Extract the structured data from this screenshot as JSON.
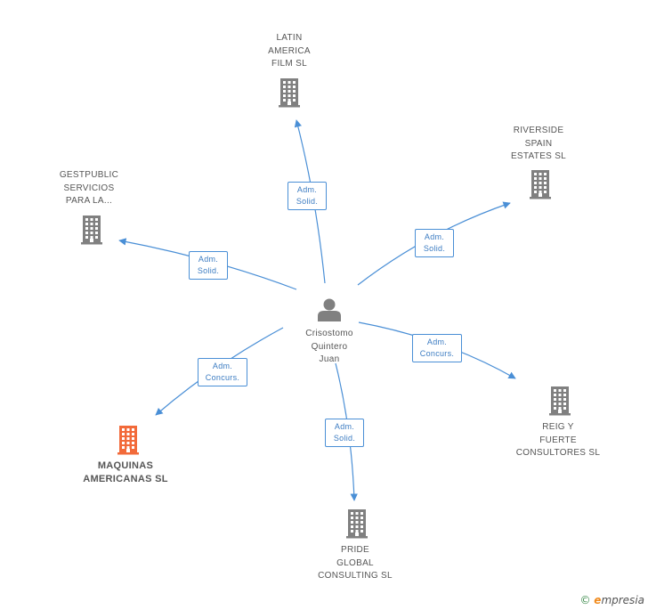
{
  "colors": {
    "edge": "#4a8fd6",
    "company": "#808080",
    "focus_company": "#f26a3a",
    "person": "#808080"
  },
  "center": {
    "name": [
      "Crisostomo",
      "Quintero",
      "Juan"
    ],
    "icon": "person-icon"
  },
  "nodes": [
    {
      "key": "latin",
      "lines": [
        "LATIN",
        "AMERICA",
        "FILM SL"
      ],
      "icon": "building-icon",
      "focus": false
    },
    {
      "key": "riverside",
      "lines": [
        "RIVERSIDE",
        "SPAIN",
        "ESTATES SL"
      ],
      "icon": "building-icon",
      "focus": false
    },
    {
      "key": "gestpublic",
      "lines": [
        "GESTPUBLIC",
        "SERVICIOS",
        "PARA LA..."
      ],
      "icon": "building-icon",
      "focus": false
    },
    {
      "key": "maquinas",
      "lines": [
        "MAQUINAS",
        "AMERICANAS SL"
      ],
      "icon": "building-icon",
      "focus": true
    },
    {
      "key": "reig",
      "lines": [
        "REIG Y",
        "FUERTE",
        "CONSULTORES SL"
      ],
      "icon": "building-icon",
      "focus": false
    },
    {
      "key": "pride",
      "lines": [
        "PRIDE",
        "GLOBAL",
        "CONSULTING SL"
      ],
      "icon": "building-icon",
      "focus": false
    }
  ],
  "edges": [
    {
      "to": "latin",
      "label": [
        "Adm.",
        "Solid."
      ]
    },
    {
      "to": "riverside",
      "label": [
        "Adm.",
        "Solid."
      ]
    },
    {
      "to": "gestpublic",
      "label": [
        "Adm.",
        "Solid."
      ]
    },
    {
      "to": "maquinas",
      "label": [
        "Adm.",
        "Concurs."
      ]
    },
    {
      "to": "reig",
      "label": [
        "Adm.",
        "Concurs."
      ]
    },
    {
      "to": "pride",
      "label": [
        "Adm.",
        "Solid."
      ]
    }
  ],
  "footer": {
    "copyright": "©",
    "brand_initial": "e",
    "brand_rest": "mpresia"
  }
}
